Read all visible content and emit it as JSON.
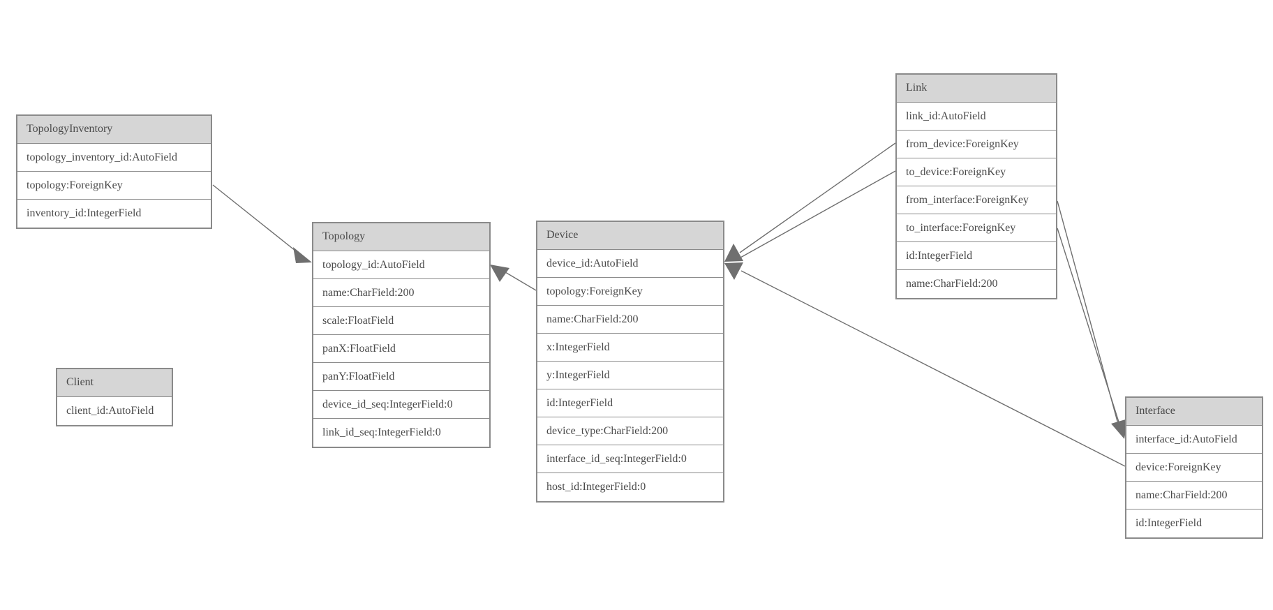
{
  "diagram": {
    "type": "entity-relationship",
    "description": "Database model diagram"
  },
  "colors": {
    "background": "#ffffff",
    "table_header_fill": "#d6d6d6",
    "table_border": "#8a8a8a",
    "text": "#4a4a4a",
    "edge": "#6f6f6f",
    "arrowhead_fill": "#6f6f6f"
  },
  "tables": [
    {
      "name": "TopologyInventory",
      "fields": [
        "topology_inventory_id:AutoField",
        "topology:ForeignKey",
        "inventory_id:IntegerField"
      ]
    },
    {
      "name": "Topology",
      "fields": [
        "topology_id:AutoField",
        "name:CharField:200",
        "scale:FloatField",
        "panX:FloatField",
        "panY:FloatField",
        "device_id_seq:IntegerField:0",
        "link_id_seq:IntegerField:0"
      ]
    },
    {
      "name": "Client",
      "fields": [
        "client_id:AutoField"
      ]
    },
    {
      "name": "Device",
      "fields": [
        "device_id:AutoField",
        "topology:ForeignKey",
        "name:CharField:200",
        "x:IntegerField",
        "y:IntegerField",
        "id:IntegerField",
        "device_type:CharField:200",
        "interface_id_seq:IntegerField:0",
        "host_id:IntegerField:0"
      ]
    },
    {
      "name": "Link",
      "fields": [
        "link_id:AutoField",
        "from_device:ForeignKey",
        "to_device:ForeignKey",
        "from_interface:ForeignKey",
        "to_interface:ForeignKey",
        "id:IntegerField",
        "name:CharField:200"
      ]
    },
    {
      "name": "Interface",
      "fields": [
        "interface_id:AutoField",
        "device:ForeignKey",
        "name:CharField:200",
        "id:IntegerField"
      ]
    }
  ],
  "relationships": [
    {
      "from_table": "TopologyInventory",
      "from_field": "topology",
      "to_table": "Topology"
    },
    {
      "from_table": "Device",
      "from_field": "topology",
      "to_table": "Topology"
    },
    {
      "from_table": "Link",
      "from_field": "from_device",
      "to_table": "Device"
    },
    {
      "from_table": "Link",
      "from_field": "to_device",
      "to_table": "Device"
    },
    {
      "from_table": "Link",
      "from_field": "from_interface",
      "to_table": "Interface"
    },
    {
      "from_table": "Link",
      "from_field": "to_interface",
      "to_table": "Interface"
    },
    {
      "from_table": "Interface",
      "from_field": "device",
      "to_table": "Device"
    }
  ]
}
